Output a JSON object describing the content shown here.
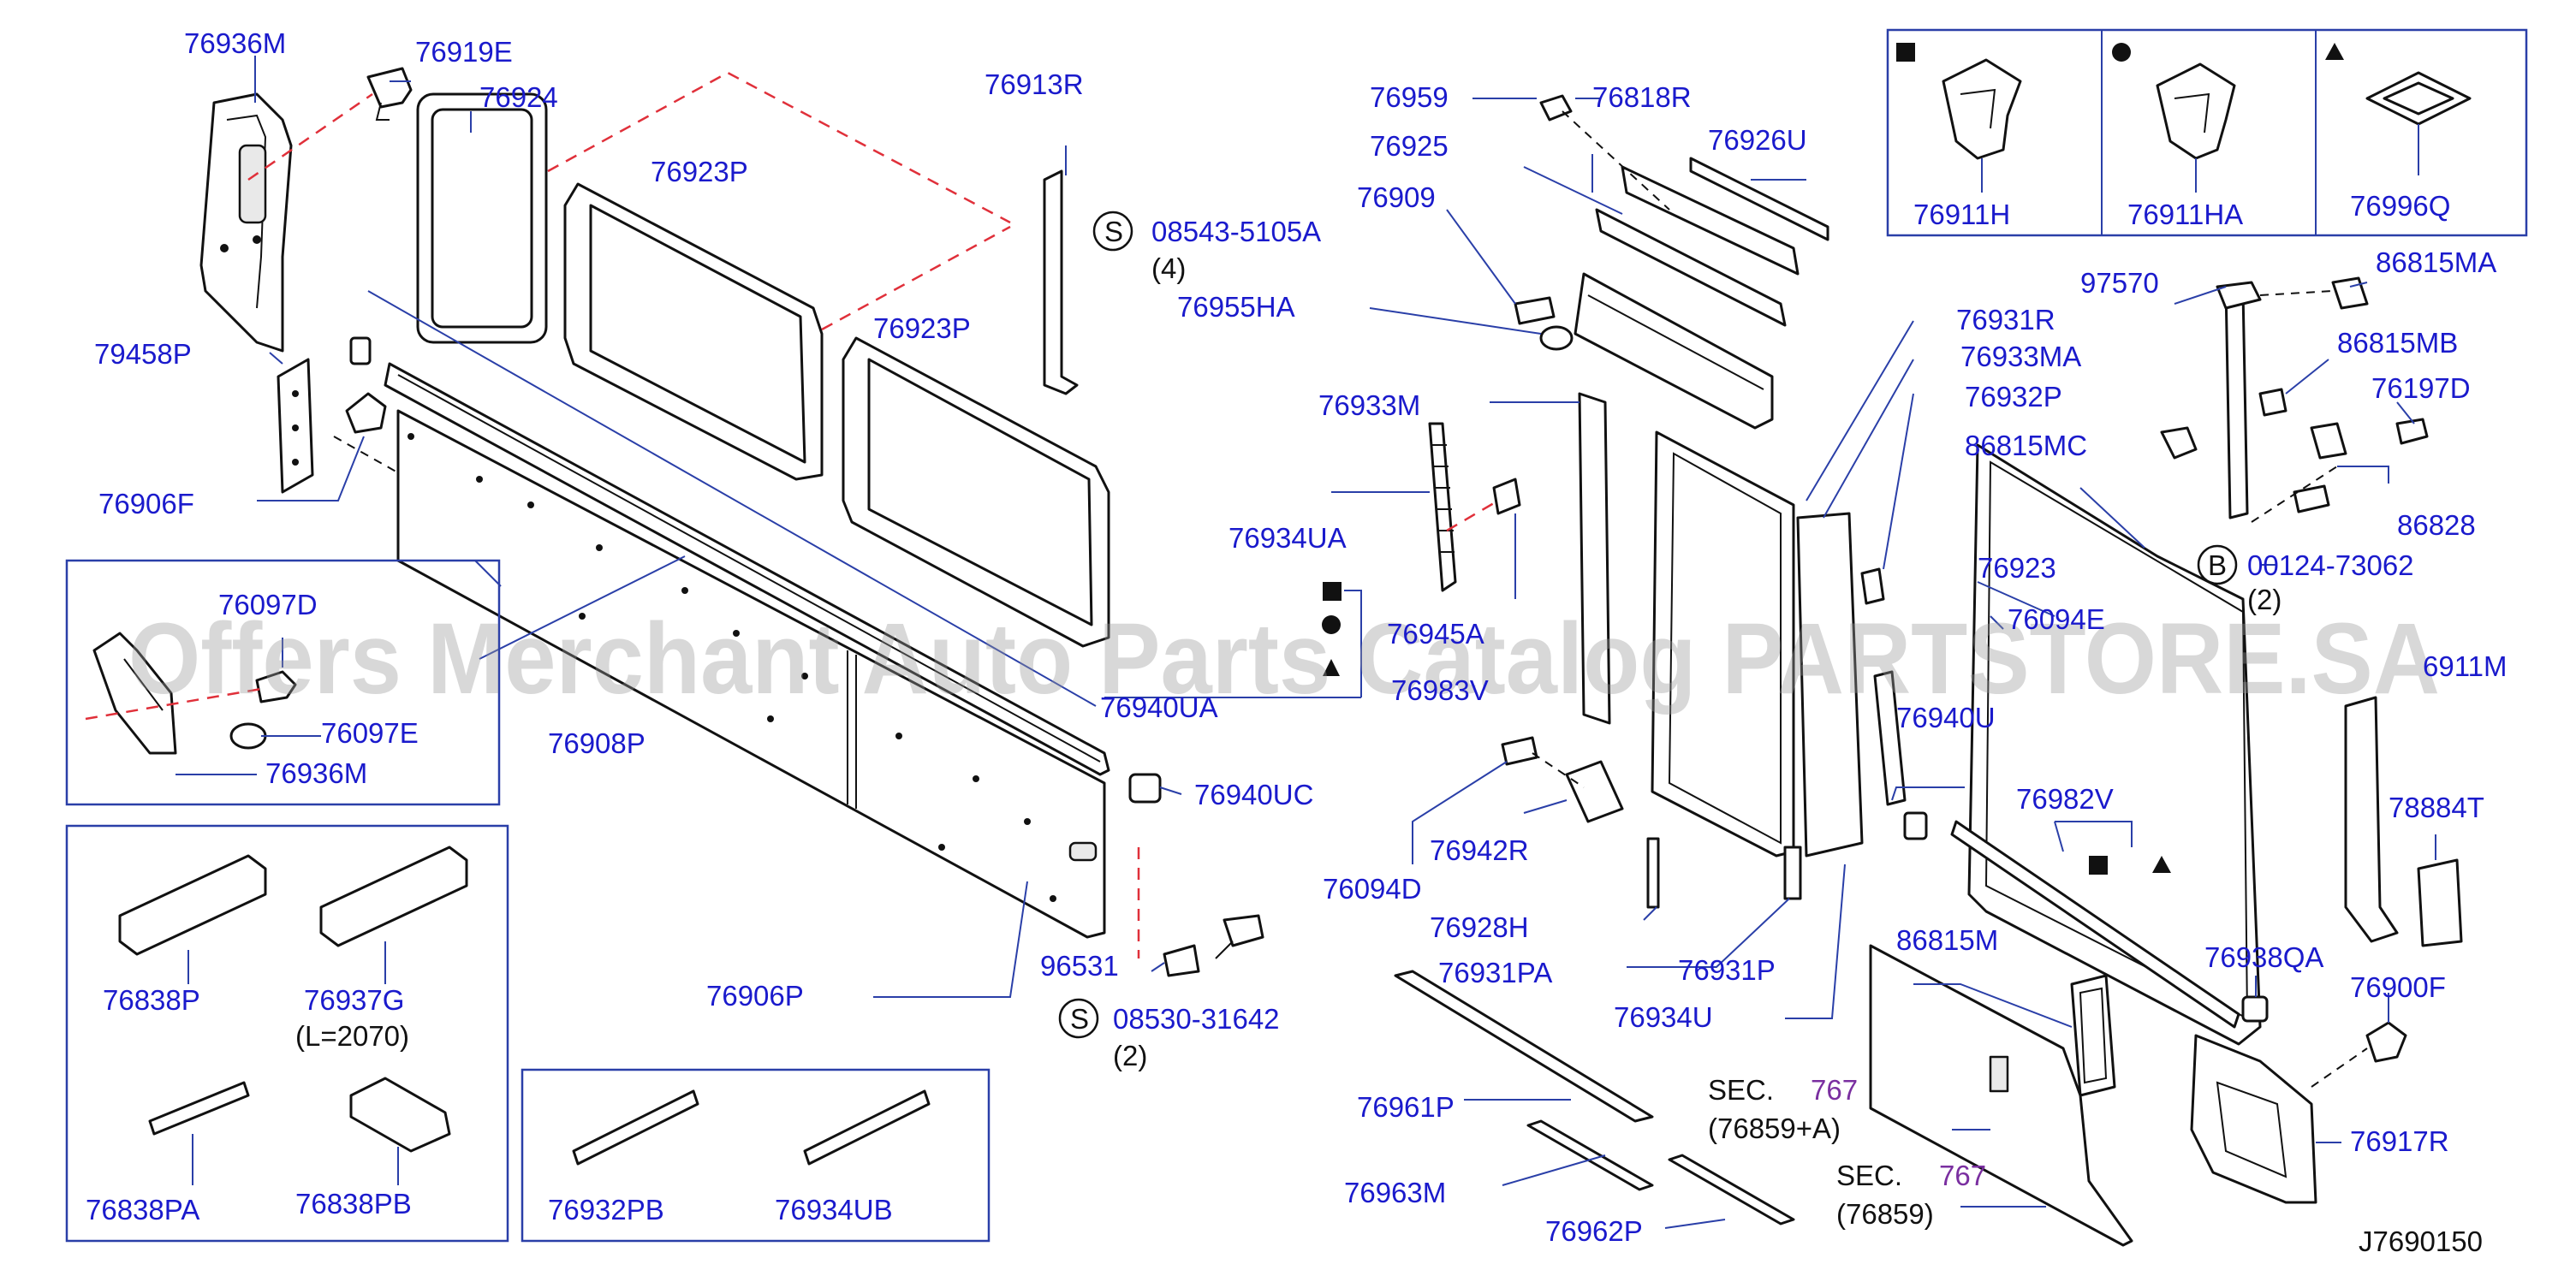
{
  "diagram_id": "J7690150",
  "watermark": "Offers Merchant Auto Parts Catalog PARTSTORE.SA",
  "labels": {
    "p76936M_top": "76936M",
    "p76919E": "76919E",
    "p76924": "76924",
    "p76923P_a": "76923P",
    "p76923P_b": "76923P",
    "p76913R": "76913R",
    "p08543": "08543-5105A",
    "p08543_qty": "(4)",
    "p76955HA": "76955HA",
    "p79458P": "79458P",
    "p76906F": "76906F",
    "p76097D": "76097D",
    "p76097E": "76097E",
    "p76936M_bot": "76936M",
    "p76908P": "76908P",
    "p76940UA": "76940UA",
    "p76940UC": "76940UC",
    "p96531": "96531",
    "p08530": "08530-31642",
    "p08530_qty": "(2)",
    "p76906P": "76906P",
    "p76838P": "76838P",
    "p76937G": "76937G",
    "p76937G_len": "(L=2070)",
    "p76838PA": "76838PA",
    "p76838PB": "76838PB",
    "p76932PB": "76932PB",
    "p76934UB": "76934UB",
    "p76959": "76959",
    "p76818R": "76818R",
    "p76925": "76925",
    "p76926U": "76926U",
    "p76909": "76909",
    "p76933M": "76933M",
    "p76934UA": "76934UA",
    "p76945A": "76945A",
    "p76983V": "76983V",
    "p76094D": "76094D",
    "p76942R": "76942R",
    "p76928H": "76928H",
    "p76931PA": "76931PA",
    "p76961P": "76961P",
    "p76963M": "76963M",
    "p76962P": "76962P",
    "p76931R": "76931R",
    "p76933MA": "76933MA",
    "p76932P": "76932P",
    "p76940U": "76940U",
    "p76931P": "76931P",
    "p76934U": "76934U",
    "p86815M": "86815M",
    "sec1": "SEC.",
    "sec1_num": "767",
    "sec1_ref": "(76859+A)",
    "sec2": "SEC.",
    "sec2_num": "767",
    "sec2_ref": "(76859)",
    "p76911H": "76911H",
    "p76911HA": "76911HA",
    "p76996Q": "76996Q",
    "p97570": "97570",
    "p86815MA": "86815MA",
    "p86815MB": "86815MB",
    "p76197D": "76197D",
    "p86815MC": "86815MC",
    "p86828": "86828",
    "p76923": "76923",
    "p00124": "00124-73062",
    "p00124_qty": "(2)",
    "p76094E": "76094E",
    "p6911M": "6911M",
    "p76982V": "76982V",
    "p78884T": "78884T",
    "p76938QA": "76938QA",
    "p76900F": "76900F",
    "p76917R": "76917R"
  },
  "symbols": {
    "screw": "S",
    "bolt": "B"
  },
  "colors": {
    "label": "#1a1acc",
    "section_number": "#7a2fa0",
    "leader": "#2a3fa8",
    "phantom_line": "#e0303a"
  }
}
